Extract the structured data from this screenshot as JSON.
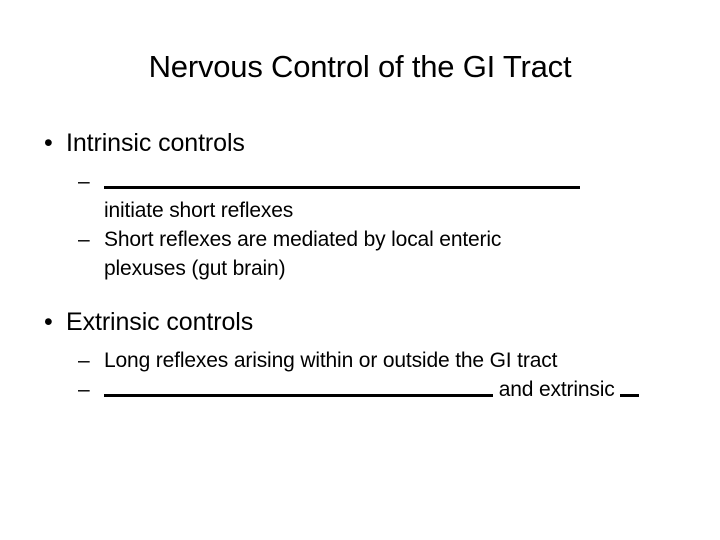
{
  "slide": {
    "title": "Nervous Control of the GI Tract",
    "bullet_glyph_level1": "•",
    "bullet_glyph_level2": "–",
    "background_color": "#ffffff",
    "text_color": "#000000",
    "sections": [
      {
        "heading": "Intrinsic controls",
        "items": [
          {
            "blank_before": true,
            "text": "",
            "continuation": "initiate short reflexes"
          },
          {
            "blank_before": false,
            "text": "Short reflexes are mediated by local enteric",
            "continuation": "plexuses (gut brain)"
          }
        ]
      },
      {
        "heading": "Extrinsic controls",
        "items": [
          {
            "blank_before": false,
            "text": "Long reflexes arising within or outside the GI tract",
            "continuation": ""
          },
          {
            "blank_before": true,
            "text": "and extrinsic",
            "trailing_blank": true,
            "continuation": ""
          }
        ]
      }
    ]
  }
}
